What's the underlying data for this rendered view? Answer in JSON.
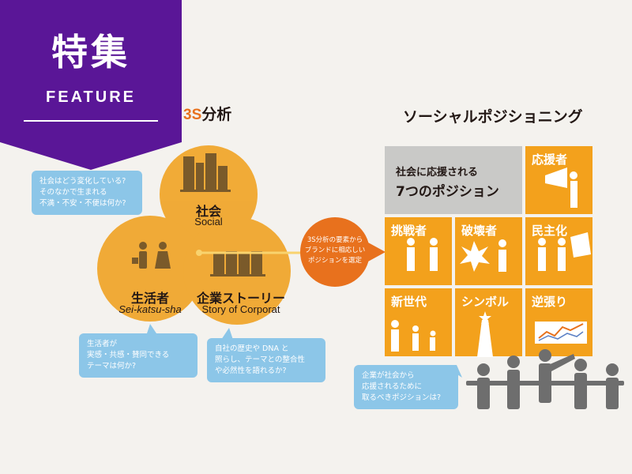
{
  "feature_badge": {
    "title": "特集",
    "subtitle": "FEATURE"
  },
  "left_heading": {
    "prefix": "3S",
    "text": "分析"
  },
  "right_heading": "ソーシャルポジショニング",
  "venn": {
    "social": {
      "label": "社会",
      "sub": "Social"
    },
    "seikatsusha": {
      "label": "生活者",
      "sub": "Sei-katsu-sha"
    },
    "story": {
      "label": "企業ストーリー",
      "sub": "Story of Corporat"
    }
  },
  "callouts": {
    "social": [
      "社会はどう変化している?",
      "そのなかで生まれる",
      "不満・不安・不便は何か?"
    ],
    "seikatsusha": [
      "生活者が",
      "実感・共感・賛同できる",
      "テーマは何か?"
    ],
    "story": [
      "自社の歴史や DNA と",
      "照らし、テーマとの整合性",
      "や必然性を語れるか?"
    ],
    "positioning": [
      "企業が社会から",
      "応援されるために",
      "取るべきポジションは?"
    ]
  },
  "connector": [
    "3S分析の要素から",
    "ブランドに相応しい",
    "ポジションを選定"
  ],
  "grid": {
    "intro_line1": "社会に応援される",
    "intro_line2": "7つのポジション",
    "positions": [
      "応援者",
      "挑戦者",
      "破壊者",
      "民主化",
      "新世代",
      "シンボル",
      "逆張り"
    ]
  },
  "colors": {
    "purple": "#5a1697",
    "orange": "#f3a11c",
    "callout_blue": "#8cc6e8",
    "gray_cell": "#c9c9c7",
    "accent_orange": "#e8711d"
  }
}
